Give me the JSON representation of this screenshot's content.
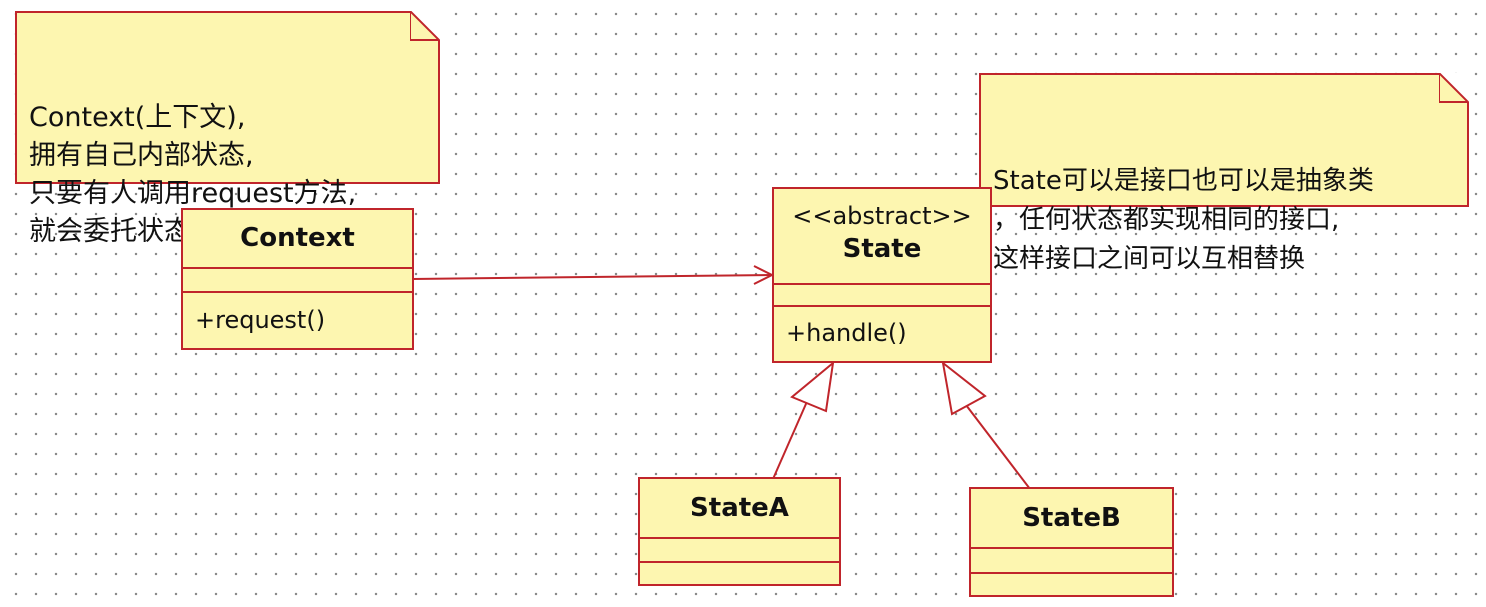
{
  "notes": {
    "context_note": "Context(上下文),\n拥有自己内部状态,\n只要有人调用request方法,\n就会委托状态来处理",
    "state_note": "State可以是接口也可以是抽象类\n，任何状态都实现相同的接口,\n这样接口之间可以互相替换"
  },
  "classes": {
    "context": {
      "name": "Context",
      "operations": "+request()"
    },
    "state": {
      "stereotype": "<<abstract>>",
      "name": "State",
      "operations": "+handle()"
    },
    "state_a": {
      "name": "StateA"
    },
    "state_b": {
      "name": "StateB"
    }
  },
  "relationships": [
    {
      "type": "association",
      "from": "Context",
      "to": "State"
    },
    {
      "type": "generalization",
      "from": "StateA",
      "to": "State"
    },
    {
      "type": "generalization",
      "from": "StateB",
      "to": "State"
    }
  ],
  "colors": {
    "border": "#c0252b",
    "fill": "#fdf6b0",
    "line": "#c0252b",
    "text": "#111111"
  }
}
